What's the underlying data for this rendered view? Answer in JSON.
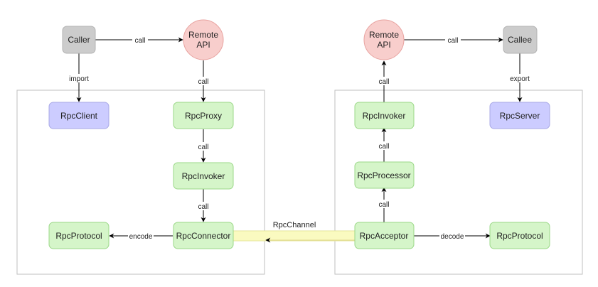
{
  "colors": {
    "gray_fill": "#cccccc",
    "gray_stroke": "#b3b3b3",
    "green_fill": "#d5f5c9",
    "green_stroke": "#9bd888",
    "blue_fill": "#ccccff",
    "blue_stroke": "#a8a8e6",
    "red_fill": "#f8cecc",
    "red_stroke": "#e8a3a0",
    "channel_fill": "#fafac0",
    "channel_stroke": "#e6e69a",
    "container_stroke": "#bfbfbf",
    "arrow": "#000000"
  },
  "nodes": {
    "caller": "Caller",
    "remote_api_left_line1": "Remote",
    "remote_api_left_line2": "API",
    "rpc_client": "RpcClient",
    "rpc_proxy": "RpcProxy",
    "rpc_invoker_left": "RpcInvoker",
    "rpc_protocol_left": "RpcProtocol",
    "rpc_connector": "RpcConnector",
    "remote_api_right_line1": "Remote",
    "remote_api_right_line2": "API",
    "callee": "Callee",
    "rpc_invoker_right": "RpcInvoker",
    "rpc_server": "RpcServer",
    "rpc_processor": "RpcProcessor",
    "rpc_acceptor": "RpcAcceptor",
    "rpc_protocol_right": "RpcProtocol"
  },
  "edges": {
    "caller_to_api": "call",
    "caller_import": "import",
    "api_to_proxy": "call",
    "proxy_to_invoker": "call",
    "invoker_to_connector": "call",
    "connector_encode": "encode",
    "channel": "RpcChannel",
    "acceptor_to_processor": "call",
    "processor_to_invoker": "call",
    "invoker_to_api": "call",
    "api_to_callee": "call",
    "callee_export": "export",
    "acceptor_decode": "decode"
  }
}
